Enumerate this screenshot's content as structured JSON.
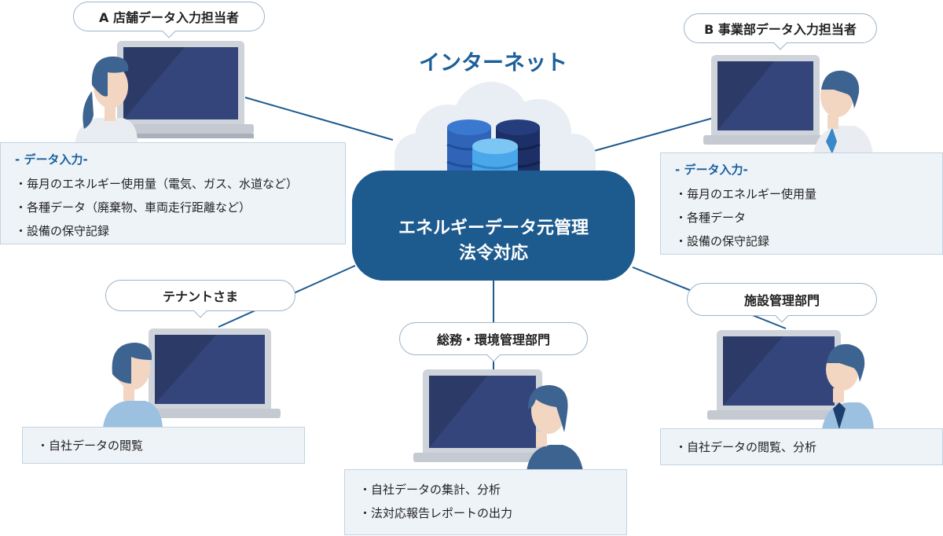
{
  "internet": {
    "title": "インターネット"
  },
  "center": {
    "line1": "エネルギーデータ元管理",
    "line2": "法令対応"
  },
  "nodes": {
    "store_input": {
      "label": "A 店舗データ入力担当者",
      "heading": "- データ入力-",
      "items": [
        "・毎月のエネルギー使用量（電気、ガス、水道など）",
        "・各種データ（廃棄物、車両走行距離など）",
        "・設備の保守記録"
      ]
    },
    "division_input": {
      "label": "B 事業部データ入力担当者",
      "heading": "- データ入力-",
      "items": [
        "・毎月のエネルギー使用量",
        "・各種データ",
        "・設備の保守記録"
      ]
    },
    "tenant": {
      "label": "テナントさま",
      "items": [
        "・自社データの閲覧"
      ]
    },
    "general_affairs": {
      "label": "総務・環境管理部門",
      "items": [
        "・自社データの集計、分析",
        "・法対応報告レポートの出力"
      ]
    },
    "facility": {
      "label": "施設管理部門",
      "items": [
        "・自社データの閲覧、分析"
      ]
    }
  },
  "colors": {
    "primary": "#1d5a8e",
    "accent_text": "#1b5f9b",
    "info_bg": "#eef3f8",
    "bubble_border": "#9db4c8",
    "screen": "#2b3a66",
    "laptop_frame": "#cfd3da",
    "hair": "#3d6390"
  }
}
